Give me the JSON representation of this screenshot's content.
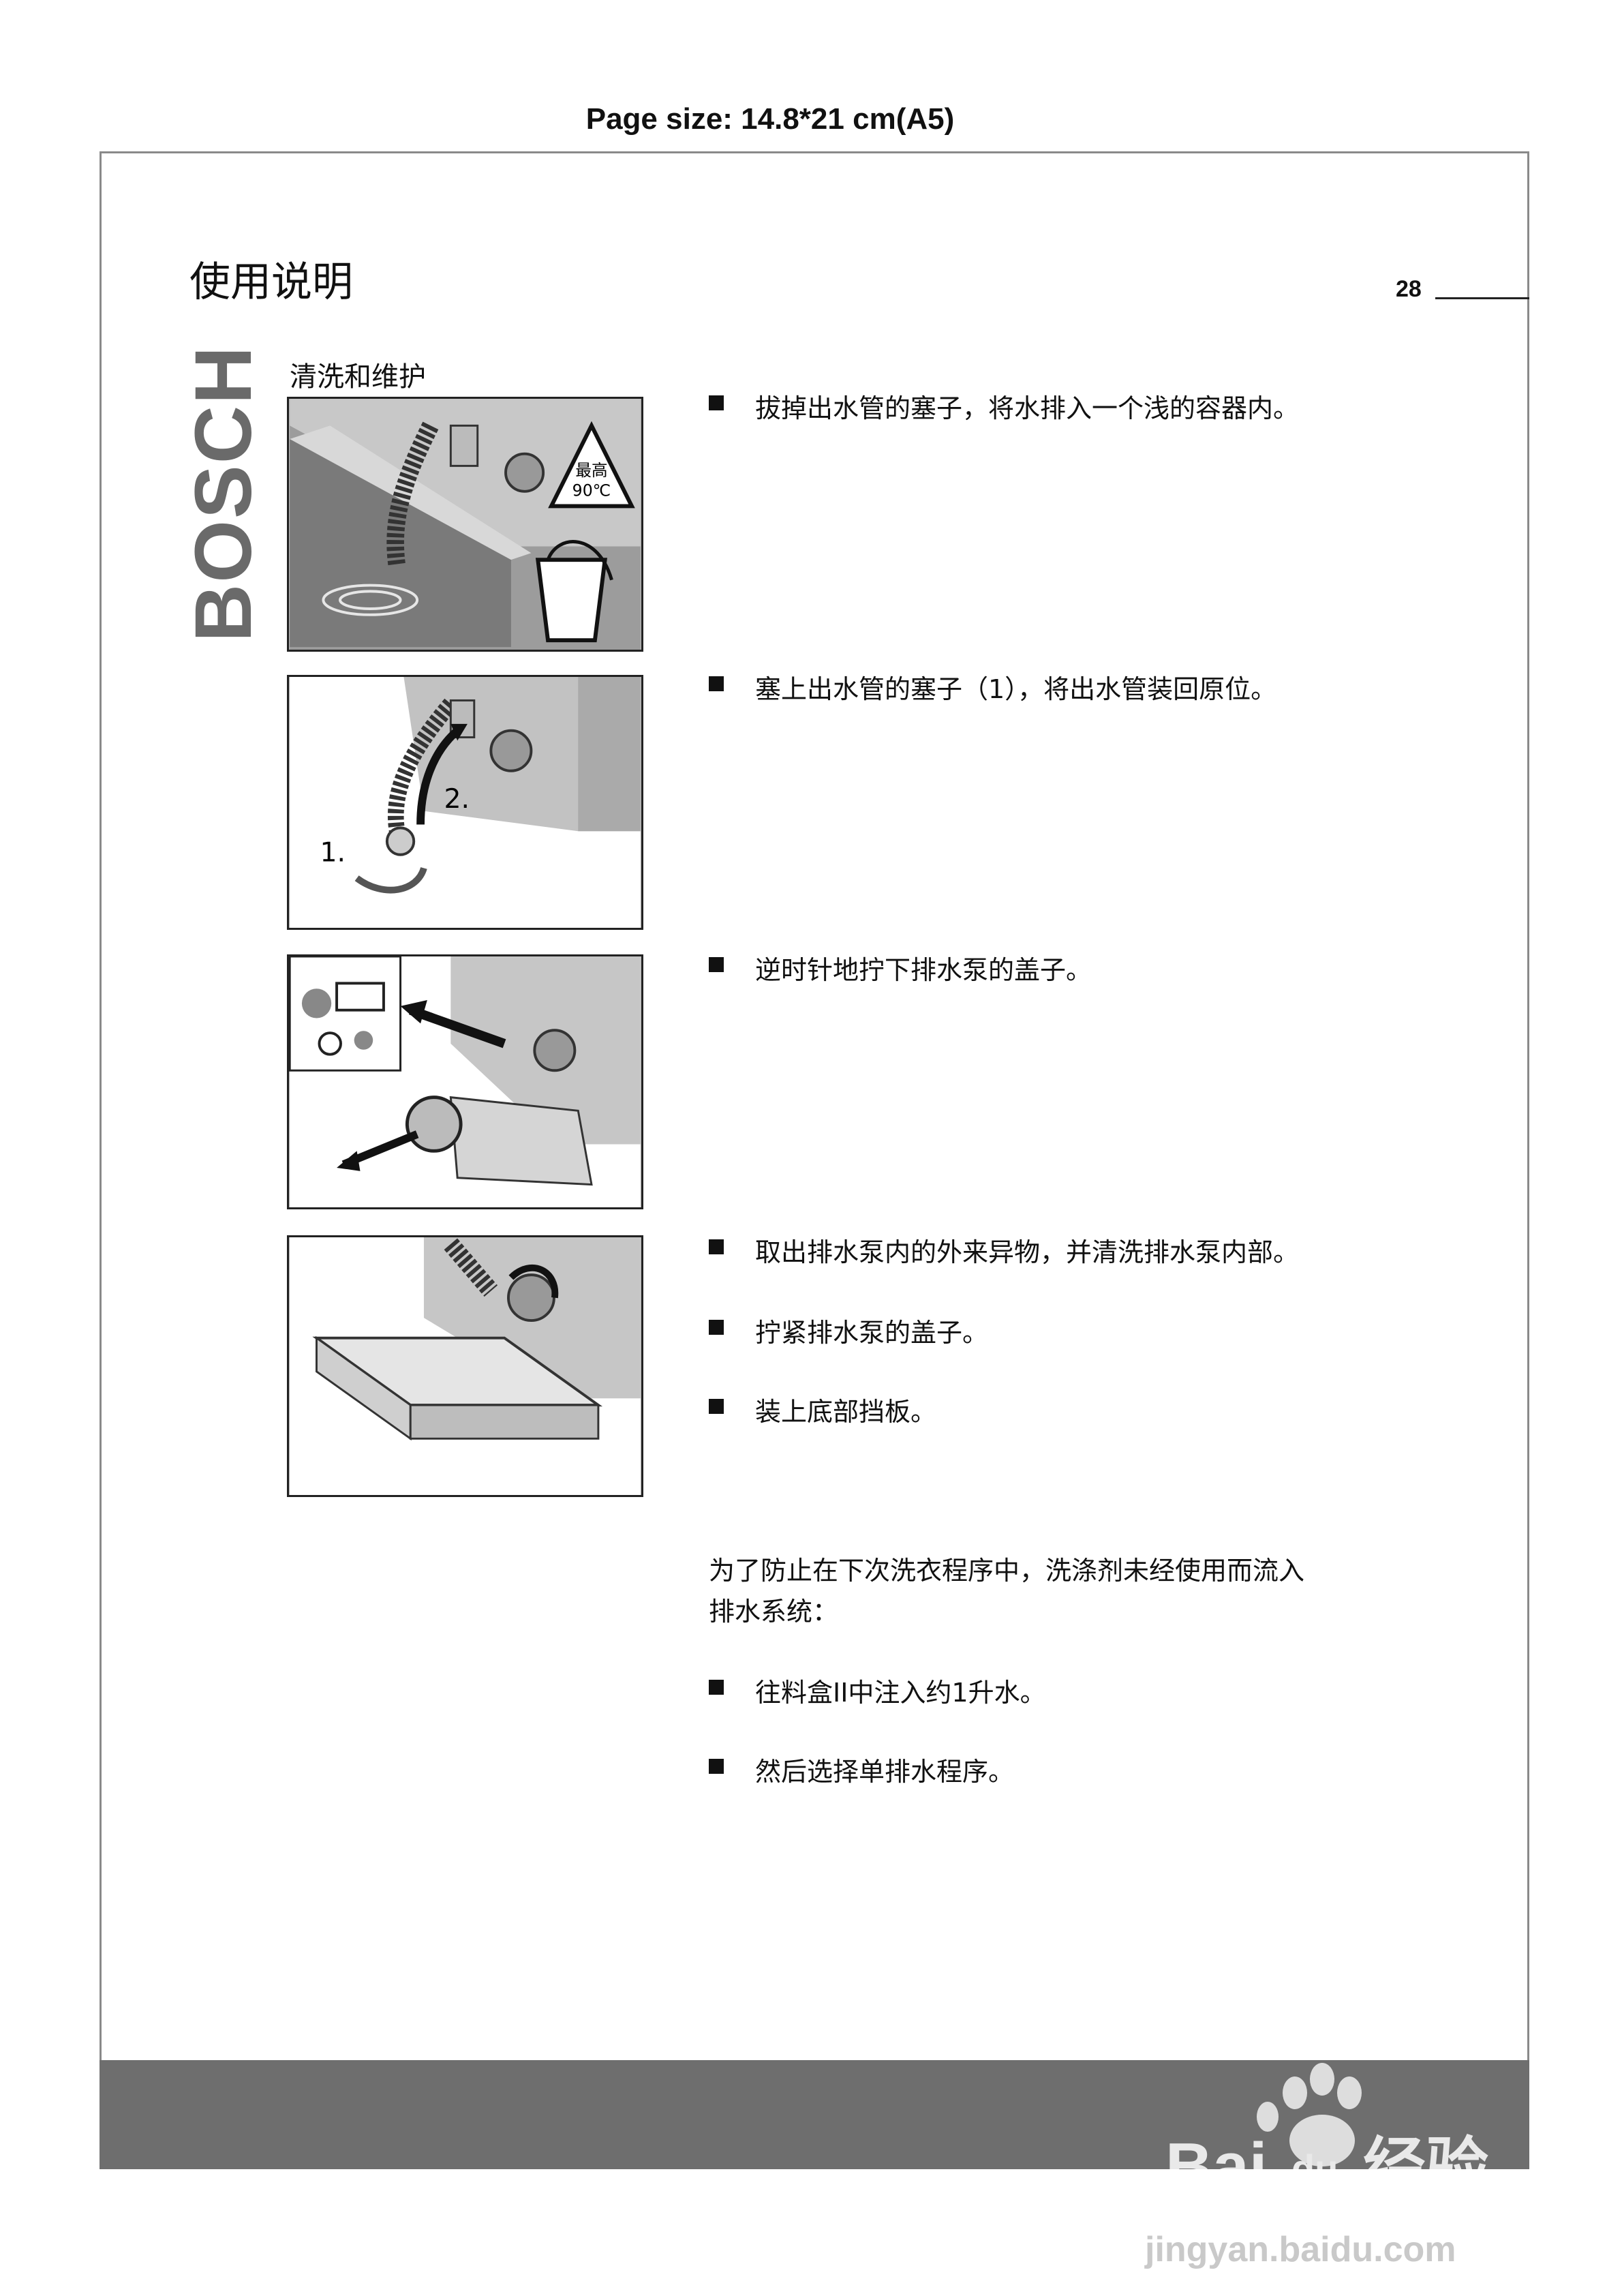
{
  "header": {
    "page_size": "Page size: 14.8*21 cm(A5)",
    "doc_title": "使用说明",
    "page_number": "28"
  },
  "brand": "BOSCH",
  "section_title": "清洗和维护",
  "figures": {
    "fig1": {
      "triangle_label_1": "最高",
      "triangle_label_2": "90℃"
    },
    "fig2": {
      "step1": "1.",
      "step2": "2."
    }
  },
  "steps": [
    "拔掉出水管的塞子，将水排入一个浅的容器内。",
    "塞上出水管的塞子（1），将出水管装回原位。",
    "逆时针地拧下排水泵的盖子。",
    "取出排水泵内的外来异物，并清洗排水泵内部。",
    "拧紧排水泵的盖子。",
    "装上底部挡板。"
  ],
  "note": {
    "line1": "为了防止在下次洗衣程序中，洗涤剂未经使用而流入",
    "line2": "排水系统："
  },
  "steps_after": [
    "往料盒II中注入约1升水。",
    "然后选择单排水程序。"
  ],
  "watermark": {
    "brand_part1": "Bai",
    "brand_part2": "du",
    "brand_cn": "经验",
    "url": "jingyan.baidu.com"
  }
}
